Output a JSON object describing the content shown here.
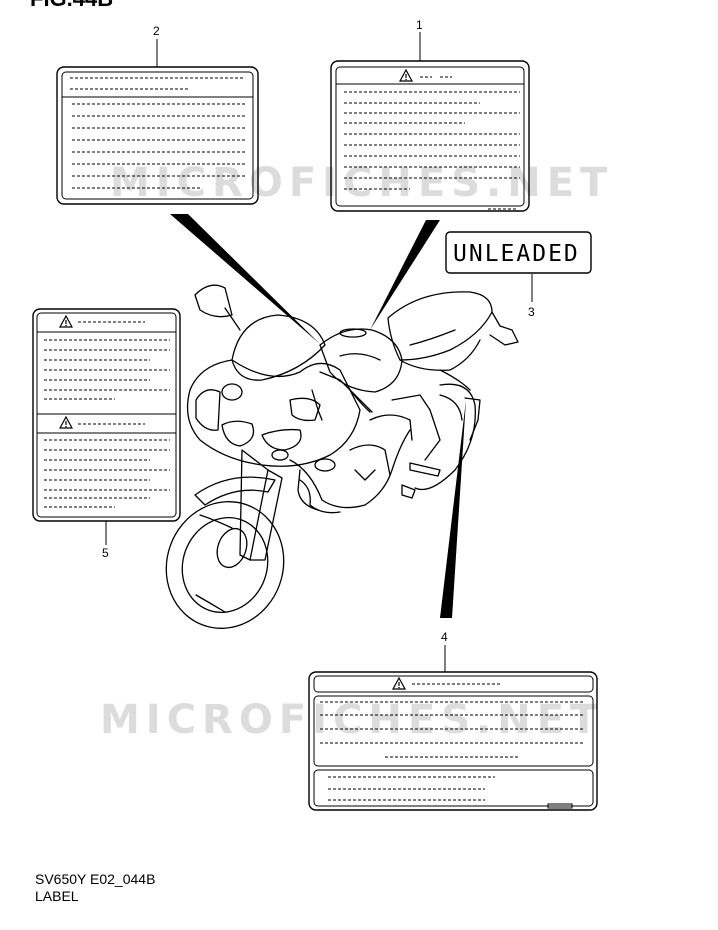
{
  "figure": {
    "title": "FIG.44B",
    "code": "SV650Y E02_044B",
    "caption": "LABEL"
  },
  "watermark_text": "MICROFICHES.NET",
  "callouts": [
    {
      "id": "1",
      "label": "1"
    },
    {
      "id": "2",
      "label": "2"
    },
    {
      "id": "3",
      "label": "3"
    },
    {
      "id": "4",
      "label": "4"
    },
    {
      "id": "5",
      "label": "5"
    }
  ],
  "labels": {
    "unleaded_text": "UNLEADED",
    "warning_icon": "warning-triangle-icon"
  },
  "colors": {
    "line": "#000000",
    "background": "#ffffff",
    "watermark": "#d0d0d0"
  }
}
